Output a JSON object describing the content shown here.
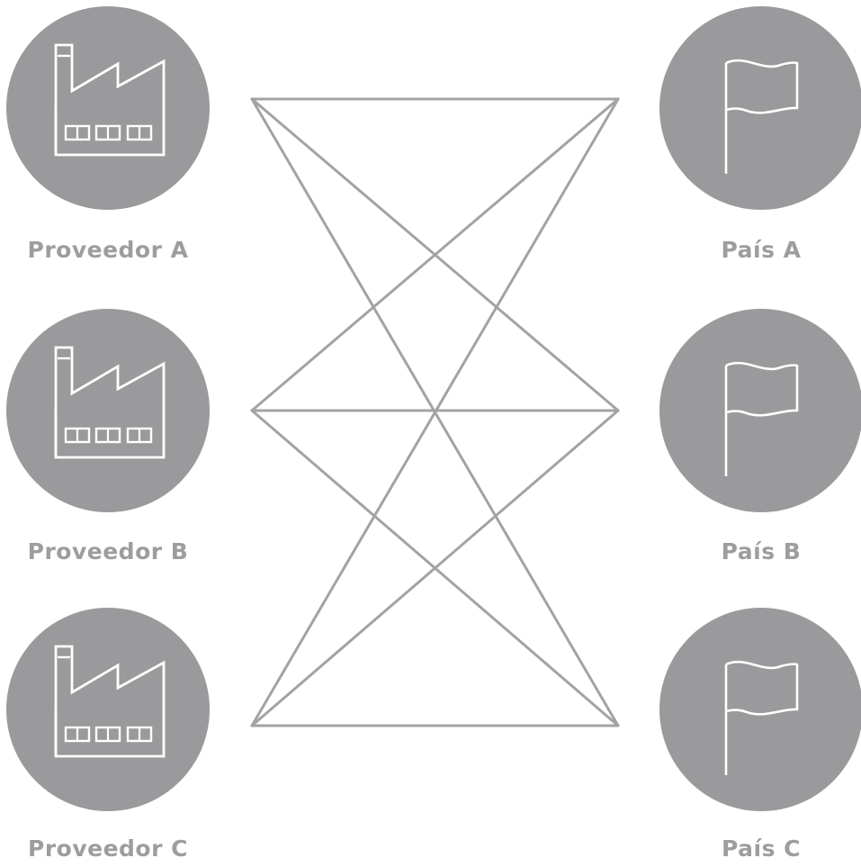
{
  "colors": {
    "node_fill": "#9a9a9c",
    "icon_stroke": "#ffffff",
    "connector": "#a3a3a5",
    "label": "#9d9d9f",
    "background": "#ffffff"
  },
  "suppliers": [
    {
      "label": "Proveedor A",
      "icon": "factory-icon"
    },
    {
      "label": "Proveedor B",
      "icon": "factory-icon"
    },
    {
      "label": "Proveedor C",
      "icon": "factory-icon"
    }
  ],
  "countries": [
    {
      "label": "País A",
      "icon": "flag-icon"
    },
    {
      "label": "País B",
      "icon": "flag-icon"
    },
    {
      "label": "País C",
      "icon": "flag-icon"
    }
  ],
  "connections": [
    {
      "from": "Proveedor A",
      "to": "País A"
    },
    {
      "from": "Proveedor A",
      "to": "País B"
    },
    {
      "from": "Proveedor A",
      "to": "País C"
    },
    {
      "from": "Proveedor B",
      "to": "País A"
    },
    {
      "from": "Proveedor B",
      "to": "País B"
    },
    {
      "from": "Proveedor B",
      "to": "País C"
    },
    {
      "from": "Proveedor C",
      "to": "País A"
    },
    {
      "from": "Proveedor C",
      "to": "País B"
    },
    {
      "from": "Proveedor C",
      "to": "País C"
    }
  ]
}
